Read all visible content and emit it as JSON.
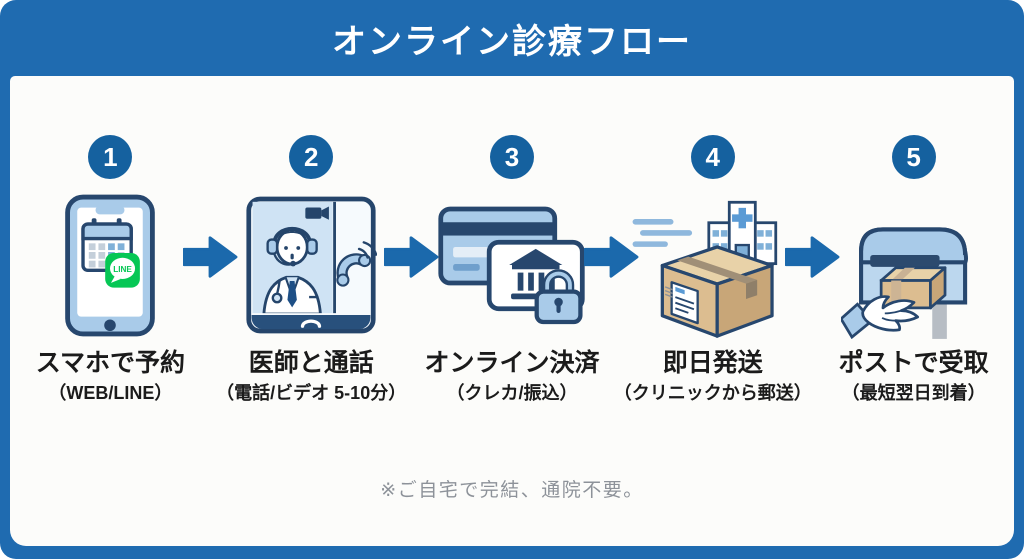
{
  "title": "オンライン診療フロー",
  "note": "※ご自宅で完結、通院不要。",
  "line_badge_text": "LINE",
  "steps": [
    {
      "number": "1",
      "label": "スマホで予約",
      "sublabel": "（WEB/LINE）",
      "icon": "smartphone-line-booking-icon"
    },
    {
      "number": "2",
      "label": "医師と通話",
      "sublabel": "（電話/ビデオ 5-10分）",
      "icon": "doctor-video-call-icon"
    },
    {
      "number": "3",
      "label": "オンライン決済",
      "sublabel": "（クレカ/振込）",
      "icon": "online-payment-lock-icon"
    },
    {
      "number": "4",
      "label": "即日発送",
      "sublabel": "（クリニックから郵送）",
      "icon": "clinic-package-shipping-icon"
    },
    {
      "number": "5",
      "label": "ポストで受取",
      "sublabel": "（最短翌日到着）",
      "icon": "mailbox-receive-icon"
    }
  ],
  "colors": {
    "frame_blue": "#1f6bb0",
    "badge_blue": "#15619f",
    "arrow_blue": "#1b69ac",
    "outline_navy": "#27476e",
    "light_blue": "#a9cbe9",
    "line_green": "#06c755",
    "cardboard_tan": "#dcbd90",
    "note_gray": "#8d9299"
  }
}
